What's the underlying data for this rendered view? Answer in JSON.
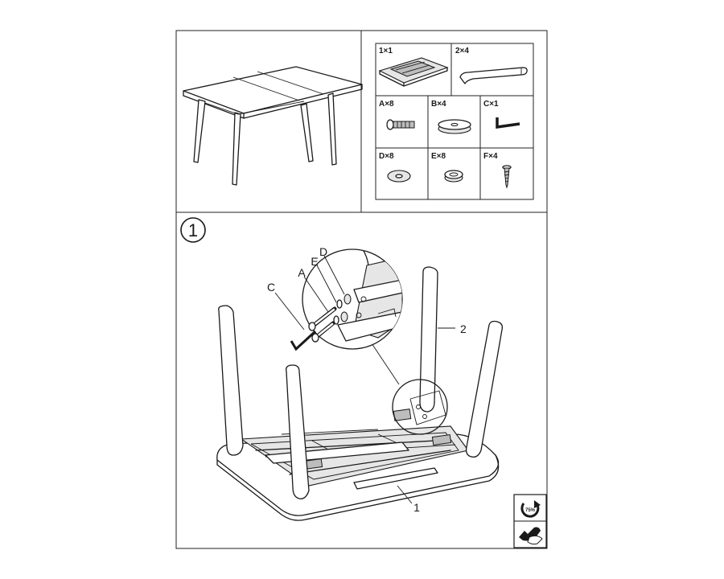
{
  "parts_table": {
    "parts": [
      {
        "id": "part-1",
        "label": "1×1",
        "icon": "tabletop-icon"
      },
      {
        "id": "part-2",
        "label": "2×4",
        "icon": "table-leg-icon"
      }
    ],
    "hardware": [
      {
        "id": "hw-a",
        "label": "A×8",
        "icon": "bolt-icon"
      },
      {
        "id": "hw-b",
        "label": "B×4",
        "icon": "round-pad-icon"
      },
      {
        "id": "hw-c",
        "label": "C×1",
        "icon": "allen-key-icon"
      },
      {
        "id": "hw-d",
        "label": "D×8",
        "icon": "flat-washer-icon"
      },
      {
        "id": "hw-e",
        "label": "E×8",
        "icon": "spring-washer-icon"
      },
      {
        "id": "hw-f",
        "label": "F×4",
        "icon": "wood-screw-icon"
      }
    ]
  },
  "step": {
    "number": "1",
    "callouts": {
      "c": "C",
      "a": "A",
      "e": "E",
      "d": "D",
      "leg": "2",
      "top": "1"
    }
  },
  "badge": {
    "percent": "75%",
    "icons": [
      "tighten-75-icon",
      "hand-tighten-icon"
    ]
  }
}
